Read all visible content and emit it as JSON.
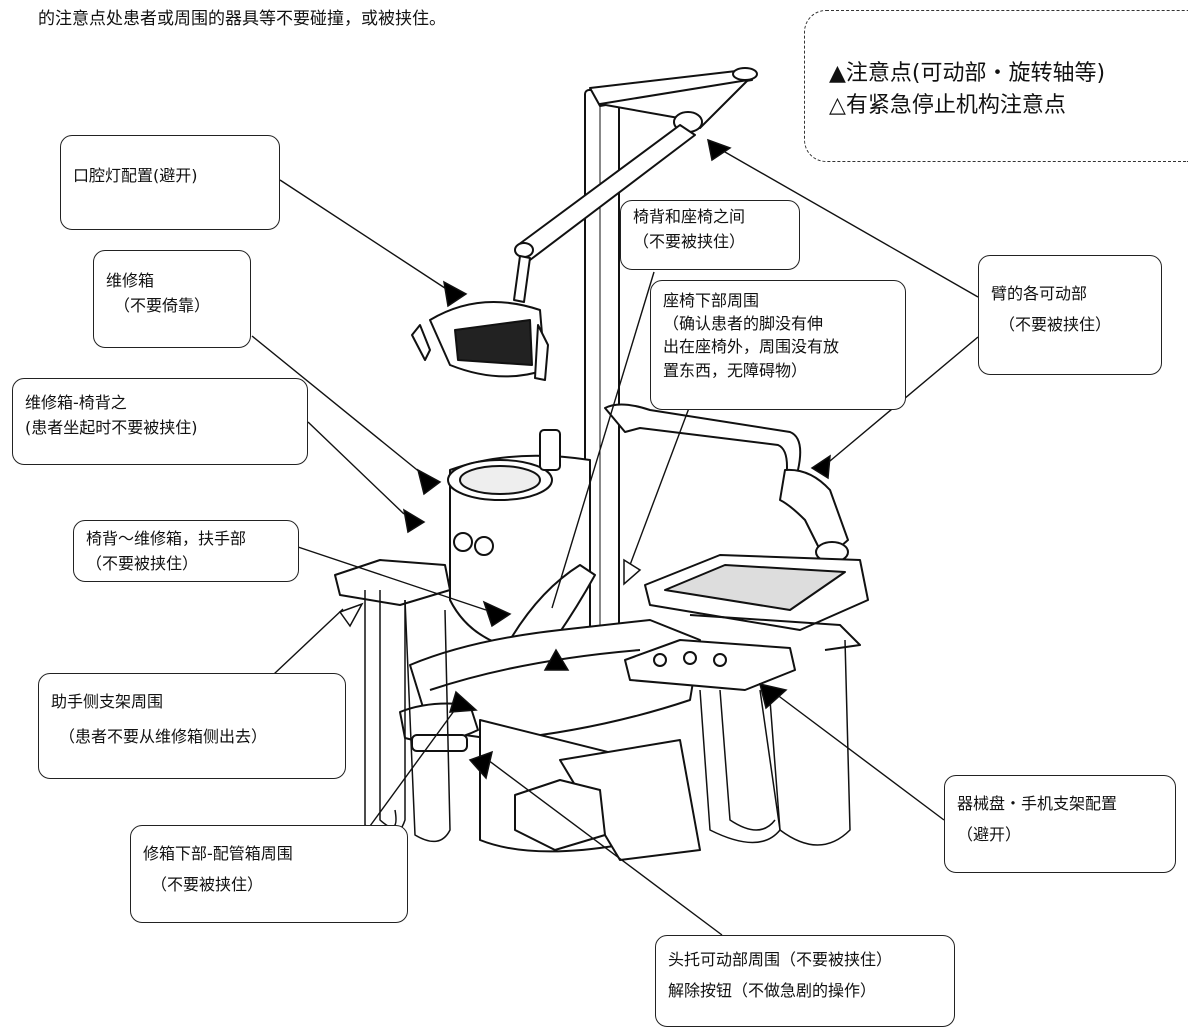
{
  "header_text": "的注意点处患者或周围的器具等不要碰撞，或被挟住。",
  "legend": {
    "line1": "▲注意点(可动部・旋转轴等)",
    "line2": "△有紧急停止机构注意点"
  },
  "callouts": {
    "lamp": [
      "口腔灯配置(避开)"
    ],
    "maintenance_box": [
      "维修箱",
      "（不要倚靠）"
    ],
    "box_backrest": [
      "维修箱-椅背之",
      "(患者坐起时不要被挟住)"
    ],
    "armrest": [
      "椅背～维修箱，扶手部",
      "（不要被挟住）"
    ],
    "assistant_holder": [
      "助手侧支架周围",
      "（患者不要从维修箱侧出去）"
    ],
    "pipe_box": [
      "修箱下部-配管箱周围",
      "（不要被挟住）"
    ],
    "backrest_seat": [
      "椅背和座椅之间",
      "（不要被挟住）"
    ],
    "under_seat": [
      "座椅下部周围",
      "（确认患者的脚没有伸",
      "出在座椅外，周围没有放",
      "置东西，无障碍物）"
    ],
    "arm_parts": [
      "臂的各可动部",
      "（不要被挟住）"
    ],
    "tray_holder": [
      "器械盘・手机支架配置",
      "（避开）"
    ],
    "headrest": [
      "头托可动部周围（不要被挟住）",
      "解除按钮（不做急剧的操作）"
    ]
  }
}
